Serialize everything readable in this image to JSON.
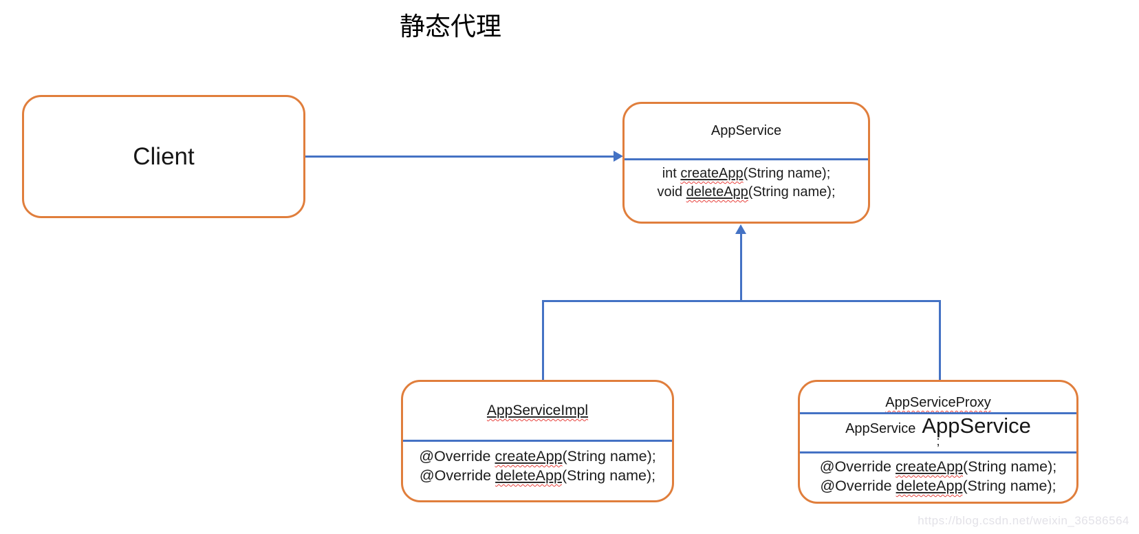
{
  "page_title": "静态代理",
  "watermark": "https://blog.csdn.net/weixin_36586564",
  "colors": {
    "box_border": "#e07e3c",
    "connector": "#4472c4",
    "squiggle": "#e8413c",
    "text": "#1c1c1c",
    "watermark": "#e3e2e8"
  },
  "client": {
    "label": "Client"
  },
  "app_service": {
    "title": "AppService",
    "method1": {
      "pre": "int ",
      "word": "createApp",
      "post": "(String name);"
    },
    "method2": {
      "pre": "void ",
      "word": "deleteApp",
      "post": "(String name);"
    }
  },
  "app_service_impl": {
    "title": "AppServiceImpl",
    "method1": {
      "pre": "@Override ",
      "word": "createApp",
      "post": "(String name);"
    },
    "method2": {
      "pre": "@Override ",
      "word": "deleteApp",
      "post": "(String name);"
    }
  },
  "app_service_proxy": {
    "title": "AppServiceProxy",
    "field_type": "AppService",
    "field_name": "AppService",
    "field_tail": ";",
    "method1": {
      "pre": "@Override ",
      "word": "createApp",
      "post": "(String name);"
    },
    "method2": {
      "pre": "@Override ",
      "word": "deleteApp",
      "post": "(String name);"
    }
  }
}
